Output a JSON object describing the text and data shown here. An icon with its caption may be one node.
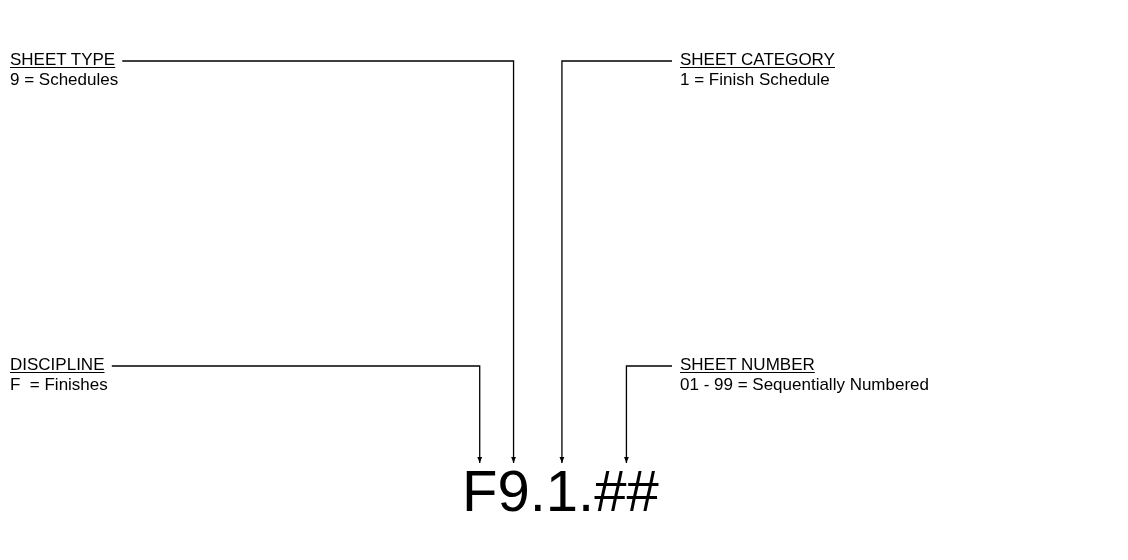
{
  "diagram": {
    "nodes": [
      {
        "text": [
          "SHEET TYPE",
          "9 = Schedules"
        ]
      },
      {
        "text": [
          "SHEET CATEGORY",
          "1 = Finish Schedule"
        ]
      },
      {
        "text": [
          "DISCIPLINE",
          "F  = Finishes"
        ]
      },
      {
        "text": [
          "SHEET NUMBER",
          "01 - 99 = Sequentially Numbered"
        ]
      },
      {
        "text": [
          "F9.1.##"
        ]
      }
    ],
    "edges": [
      {
        "from": 0,
        "to": 4,
        "arrow": "to"
      },
      {
        "from": 1,
        "to": 4,
        "arrow": "to"
      },
      {
        "from": 2,
        "to": 4,
        "arrow": "to"
      },
      {
        "from": 3,
        "to": 4,
        "arrow": "to"
      }
    ]
  }
}
